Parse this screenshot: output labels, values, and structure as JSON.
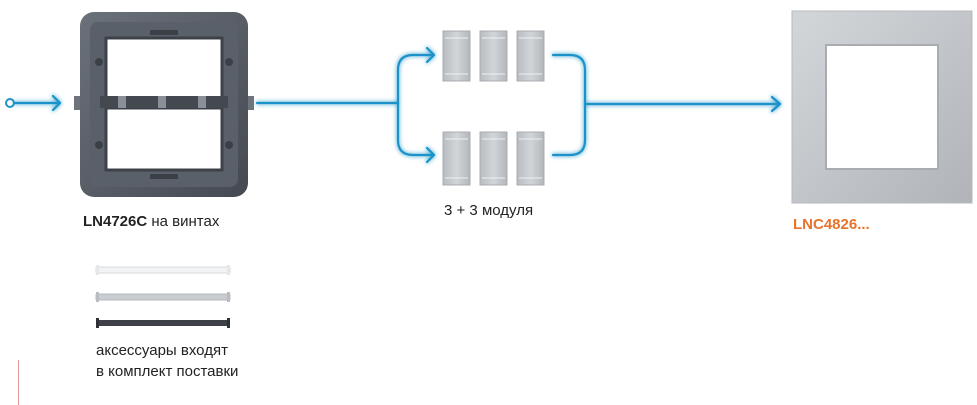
{
  "support": {
    "code": "LN4726C",
    "suffix": "на винтах"
  },
  "modules": {
    "caption": "3 + 3 модуля",
    "rows": 2,
    "per_row": 3
  },
  "frame": {
    "code": "LNC4826..."
  },
  "accessories": {
    "line1": "аксессуары входят",
    "line2": "в комплект поставки",
    "colors": [
      "#f2f3f4",
      "#c9ccd0",
      "#3d4147"
    ]
  },
  "colors": {
    "flow_line": "#1f93c8",
    "frame_code": "#e8732b",
    "support_body": "#5a6069",
    "module_fill": "#c3c7cb",
    "frame_fill": "#c6c9cd"
  },
  "icons": [
    "start-node-icon",
    "arrow-right-icon"
  ]
}
